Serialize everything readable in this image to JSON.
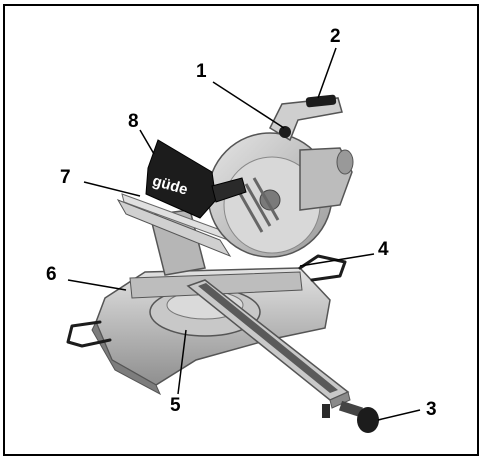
{
  "figure": {
    "logo_text": "güde",
    "callouts": [
      {
        "id": "1",
        "label": "1"
      },
      {
        "id": "2",
        "label": "2"
      },
      {
        "id": "3",
        "label": "3"
      },
      {
        "id": "4",
        "label": "4"
      },
      {
        "id": "5",
        "label": "5"
      },
      {
        "id": "6",
        "label": "6"
      },
      {
        "id": "7",
        "label": "7"
      },
      {
        "id": "8",
        "label": "8"
      }
    ]
  },
  "colors": {
    "frame": "#000000",
    "metal_light": "#d4d4d4",
    "metal_mid": "#a9a9a9",
    "metal_dark": "#6e6e6e",
    "black_parts": "#1c1c1c"
  }
}
